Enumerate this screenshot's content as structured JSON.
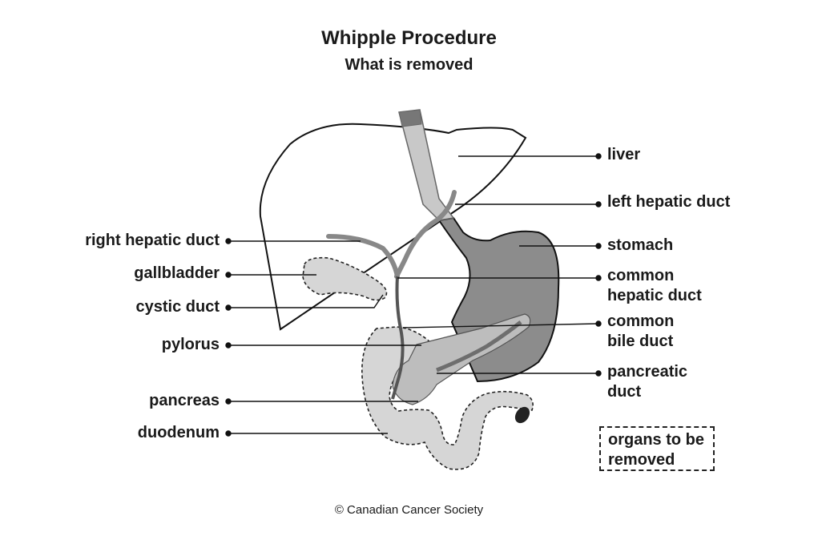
{
  "title": "Whipple Procedure",
  "subtitle": "What is removed",
  "labels": {
    "liver": "liver",
    "left_hepatic_duct": "left hepatic duct",
    "stomach": "stomach",
    "common_hepatic_duct": "common\nhepatic duct",
    "common_bile_duct": "common\nbile duct",
    "pancreatic_duct": "pancreatic\nduct",
    "right_hepatic_duct": "right hepatic duct",
    "gallbladder": "gallbladder",
    "cystic_duct": "cystic duct",
    "pylorus": "pylorus",
    "pancreas": "pancreas",
    "duodenum": "duodenum"
  },
  "legend": {
    "text": "organs to be\nremoved"
  },
  "copyright": "© Canadian Cancer Society",
  "colors": {
    "outline": "#111111",
    "removed_fill": "#d6d6d6",
    "stomach_fill": "#8c8c8c",
    "duct_fill": "#c8c8c8",
    "pancreatic_duct_fill": "#7a7a7a"
  }
}
